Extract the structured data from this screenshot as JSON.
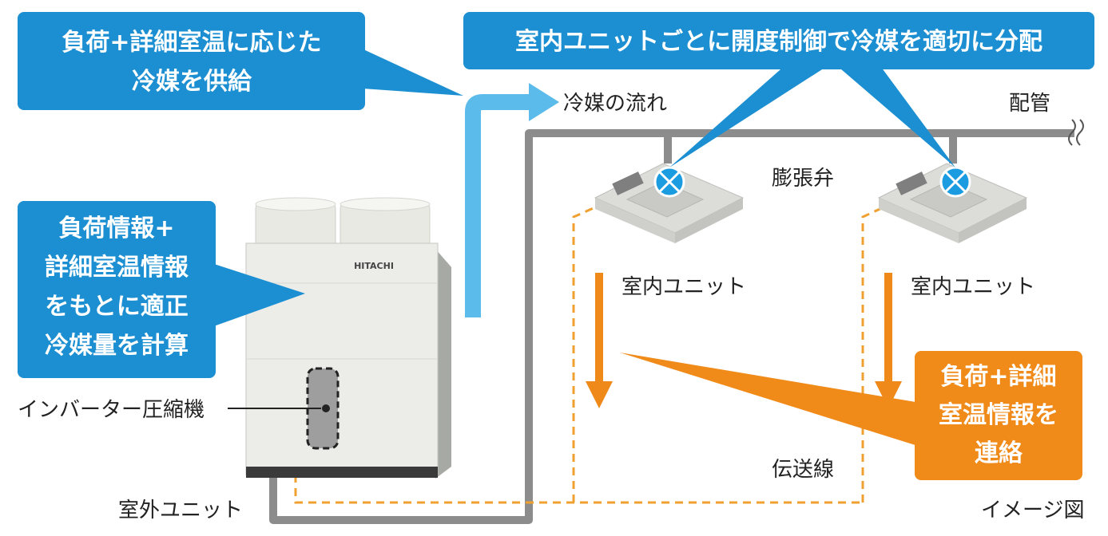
{
  "callouts": {
    "top_left": [
      "負荷+詳細室温に応じた",
      "冷媒を供給"
    ],
    "top_right": "室内ユニットごとに開度制御で冷媒を適切に分配",
    "left": [
      "負荷情報+",
      "詳細室温情報",
      "をもとに適正",
      "冷媒量を計算"
    ],
    "bottom_right": [
      "負荷+詳細",
      "室温情報を",
      "連絡"
    ]
  },
  "labels": {
    "refrigerant_flow": "冷媒の流れ",
    "piping": "配管",
    "expansion_valve": "膨張弁",
    "indoor_unit_1": "室内ユニット",
    "indoor_unit_2": "室内ユニット",
    "inverter_compressor": "インバーター圧縮機",
    "transmission_line": "伝送線",
    "outdoor_unit": "室外ユニット",
    "image_note": "イメージ図"
  },
  "outdoor_unit": {
    "brand": "HITACHI"
  },
  "colors": {
    "callout_blue": "#1b8fd2",
    "callout_orange": "#f08a18",
    "flow_light_blue": "#5bbbea",
    "pipe_gray": "#8c8c8c",
    "signal_line": "#f0a030",
    "arrow_orange": "#ef8a1a"
  },
  "icons": [
    "valve-icon",
    "flow-arrow-icon",
    "pipe-break-icon"
  ]
}
